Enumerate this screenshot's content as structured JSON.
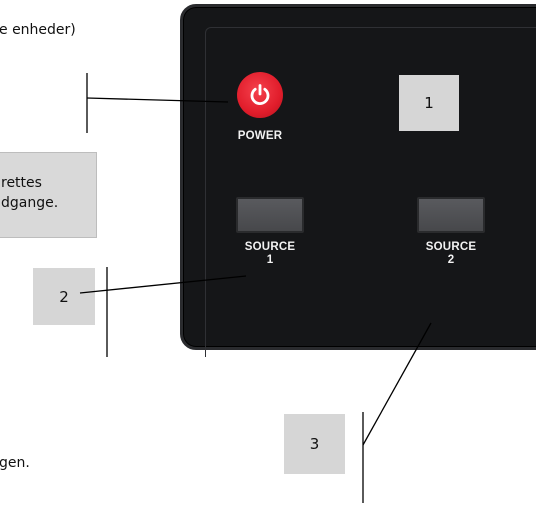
{
  "doc": {
    "top_fragment": "e enheder)",
    "bottom_fragment": "gen."
  },
  "note_box": {
    "line1": "rettes",
    "line2": "dgange."
  },
  "callouts": [
    {
      "label": "1"
    },
    {
      "label": "2"
    },
    {
      "label": "3"
    }
  ],
  "device": {
    "power_label": "POWER",
    "source1_line1": "SOURCE",
    "source1_line2": "1",
    "source2_line1": "SOURCE",
    "source2_line2": "2",
    "colors": {
      "panel": "#151618",
      "power_button": "#e11d2b",
      "source_button": "#4f5053"
    }
  }
}
